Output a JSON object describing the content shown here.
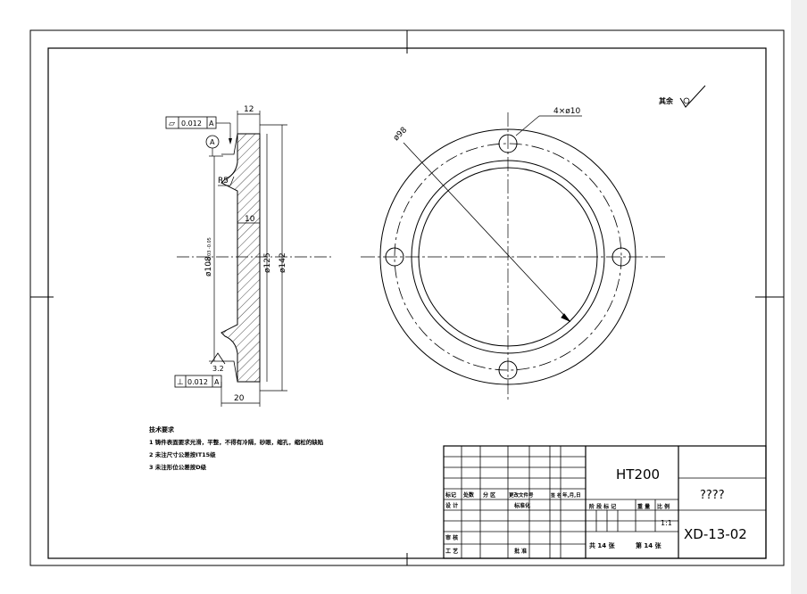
{
  "colors": {
    "line": "#000000",
    "background": "#ffffff",
    "scrollbar": "#f0f0f0"
  },
  "section_view": {
    "flatness_callout": {
      "symbol": "⏥",
      "tolerance": "0.012",
      "datum": "A"
    },
    "perpendicularity_callout": {
      "symbol": "⊥",
      "tolerance": "0.012",
      "datum": "A"
    },
    "datum_label": "A",
    "dims": {
      "top_width": "12",
      "radius": "R5",
      "inner_width": "10",
      "diameter_108": "ø108",
      "tol_108": "+0.03 -0.05",
      "diameter_125": "ø125",
      "diameter_142": "ø142",
      "roughness": "3.2",
      "bottom_width": "20"
    }
  },
  "plan_view": {
    "hole_label": "4×ø10",
    "pcd_label": "ø98",
    "other_finish": "其余"
  },
  "notes": {
    "title": "技术要求",
    "items": [
      "1 铸件表面要求光滑，平整，不得有冷隔，砂眼，缩孔，缩松的缺陷",
      "2 未注尺寸公差按IT15级",
      "3 未注形位公差按D级"
    ]
  },
  "title_block": {
    "material": "HT200",
    "part_name": "????",
    "drawing_no": "XD-13-02",
    "rev_headers": [
      "标记",
      "处数",
      "分 区",
      "更改文件号",
      "签 名",
      "年,月,日"
    ],
    "design": "设 计",
    "standardization": "标准化",
    "review": "审 核",
    "process": "工 艺",
    "approve": "批 准",
    "stage_headers": [
      "阶 段 标 记",
      "重 量",
      "比 例"
    ],
    "scale": "1:1",
    "sheet_total": "共 14 张",
    "sheet_no": "第 14 张"
  }
}
